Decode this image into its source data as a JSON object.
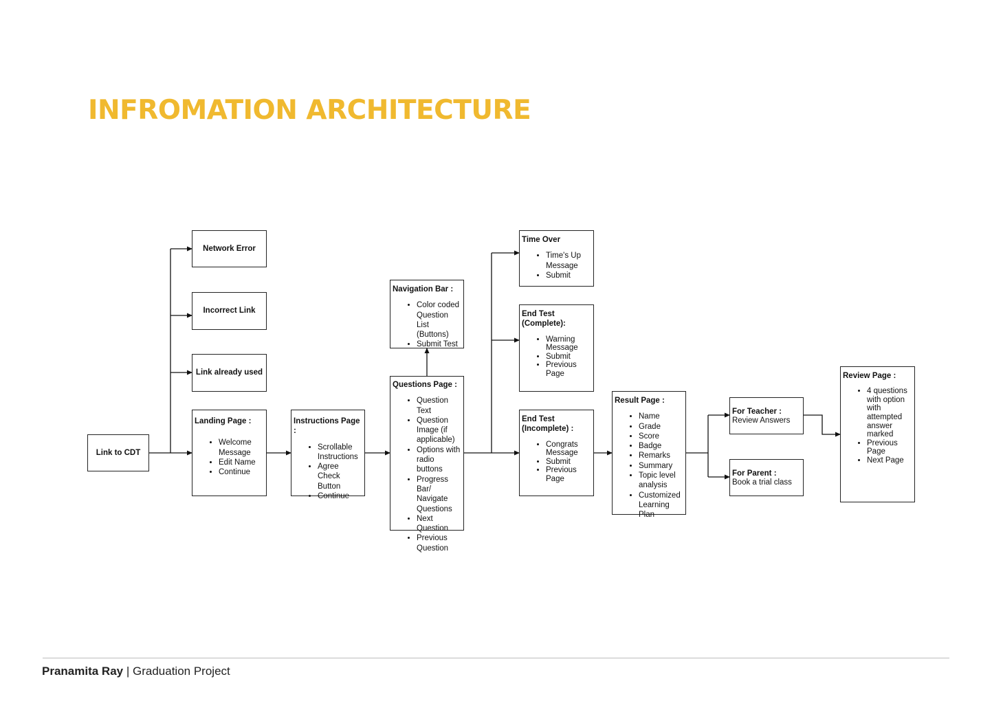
{
  "page": {
    "title": "INFROMATION ARCHITECTURE",
    "footer": {
      "author": "Pranamita Ray",
      "separator": " | ",
      "project": "Graduation Project"
    },
    "accent_color": "#f0b92f"
  },
  "diagram": {
    "link_cdt": {
      "title": "Link to CDT"
    },
    "network_error": {
      "title": "Network Error"
    },
    "incorrect_link": {
      "title": "Incorrect Link"
    },
    "link_used": {
      "title": "Link already used"
    },
    "landing": {
      "title": "Landing Page :",
      "items": [
        "Welcome Message",
        "Edit Name",
        "Continue"
      ]
    },
    "instructions": {
      "title": "Instructions Page :",
      "items": [
        "Scrollable Instructions",
        "Agree Check Button",
        "Continue"
      ]
    },
    "navbar": {
      "title": "Navigation Bar :",
      "items": [
        "Color coded Question List (Buttons)",
        "Submit Test"
      ]
    },
    "questions": {
      "title": "Questions Page :",
      "items": [
        "Question Text",
        "Question Image (if applicable)",
        "Options with radio buttons",
        "Progress Bar/ Navigate Questions",
        "Next Question",
        "Previous Question"
      ]
    },
    "time_over": {
      "title": "Time Over",
      "items": [
        "Time's Up Message",
        "Submit"
      ]
    },
    "end_complete": {
      "title": "End Test (Complete):",
      "items": [
        "Warning Message",
        "Submit",
        "Previous Page"
      ]
    },
    "end_incomplete": {
      "title": "End Test (Incomplete) :",
      "items": [
        "Congrats Message",
        "Submit",
        "Previous Page"
      ]
    },
    "result": {
      "title": "Result Page :",
      "items": [
        "Name",
        "Grade",
        "Score",
        "Badge",
        "Remarks",
        "Summary",
        "Topic level analysis",
        "Customized Learning Plan"
      ]
    },
    "teacher": {
      "title": "For Teacher :",
      "subtitle": "Review Answers"
    },
    "parent": {
      "title": "For Parent :",
      "subtitle": "Book a trial class"
    },
    "review": {
      "title": "Review Page :",
      "items": [
        "4 questions with option with attempted answer marked",
        "Previous Page",
        "Next Page"
      ]
    }
  }
}
